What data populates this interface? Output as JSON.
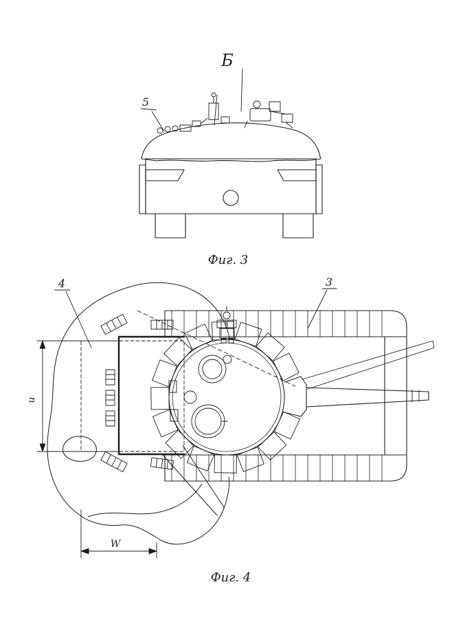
{
  "page": {
    "bg": "#ffffff",
    "ink": "#1c1c1c"
  },
  "fig3": {
    "view_label": "Б",
    "ref5": "5",
    "caption": "Фиг. 3"
  },
  "fig4": {
    "ref4": "4",
    "ref3": "3",
    "dim_u": "u",
    "dim_w": "W",
    "caption": "Фиг. 4"
  }
}
